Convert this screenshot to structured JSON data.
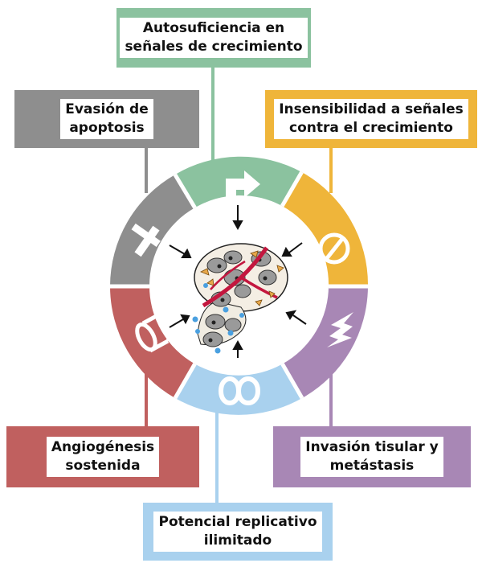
{
  "hallmarks": {
    "growth_self_sufficiency": {
      "line1": "Autosuficiencia en",
      "line2": "señales de crecimiento",
      "color": "#8BC29F",
      "icon": "arrow-turn-icon"
    },
    "anti_growth_insensitivity": {
      "line1": "Insensibilidad a señales",
      "line2": "contra el crecimiento",
      "color": "#EFB53A",
      "icon": "prohibition-sign-icon"
    },
    "invasion_metastasis": {
      "line1": "Invasión tisular y",
      "line2": "metástasis",
      "color": "#A887B5",
      "icon": "jagged-spikes-icon"
    },
    "replicative_potential": {
      "line1": "Potencial replicativo",
      "line2": "ilimitado",
      "color": "#A9D1EE",
      "icon": "infinity-icon"
    },
    "angiogenesis": {
      "line1": "Angiogénesis",
      "line2": "sostenida",
      "color": "#C0605F",
      "icon": "blood-vessel-tube-icon"
    },
    "apoptosis_evasion": {
      "line1": "Evasión de",
      "line2": "apoptosis",
      "color": "#8E8E8E",
      "icon": "cross-icon"
    }
  },
  "center": {
    "icon": "tumor-cells-illustration",
    "arrow_color": "#111111"
  }
}
